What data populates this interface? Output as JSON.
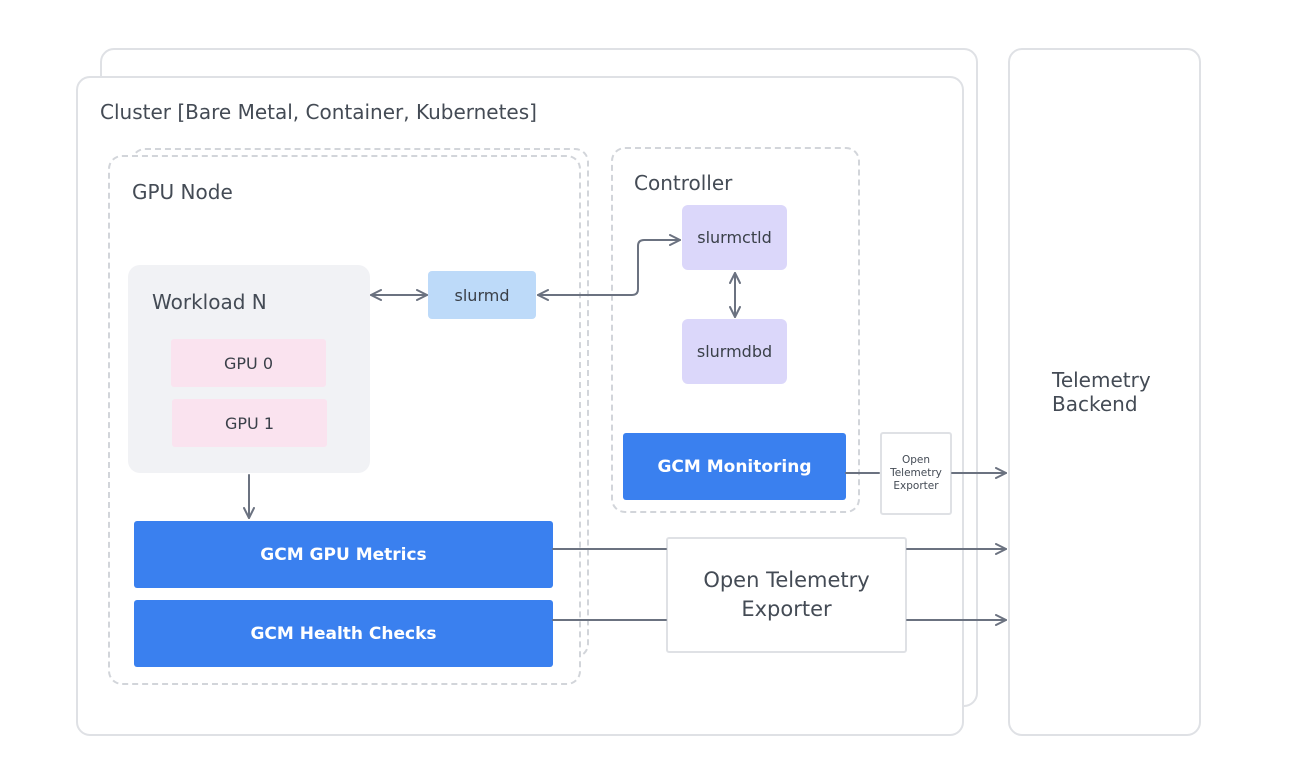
{
  "cluster": {
    "title": "Cluster [Bare Metal, Container, Kubernetes]"
  },
  "telemetry_backend": {
    "line1": "Telemetry",
    "line2": "Backend"
  },
  "gpu_node": {
    "title": "GPU Node",
    "workload": {
      "title": "Workload N",
      "gpus": [
        "GPU 0",
        "GPU 1"
      ]
    },
    "slurmd": "slurmd",
    "gcm_gpu_metrics": "GCM GPU Metrics",
    "gcm_health_checks": "GCM Health Checks"
  },
  "controller": {
    "title": "Controller",
    "slurmctld": "slurmctld",
    "slurmdbd": "slurmdbd",
    "gcm_monitoring": "GCM Monitoring"
  },
  "exporter_small": {
    "lines": [
      "Open",
      "Telemetry",
      "Exporter"
    ]
  },
  "exporter_large": {
    "line1": "Open Telemetry",
    "line2": "Exporter"
  },
  "colors": {
    "gcm_blue": "#3a80ef",
    "gpu_pink": "#fae3ef",
    "slurmd_blue": "#bddaf9",
    "controller_purple": "#dbd7fa",
    "workload_gray": "#f1f2f5",
    "arrow": "#6b7280"
  }
}
